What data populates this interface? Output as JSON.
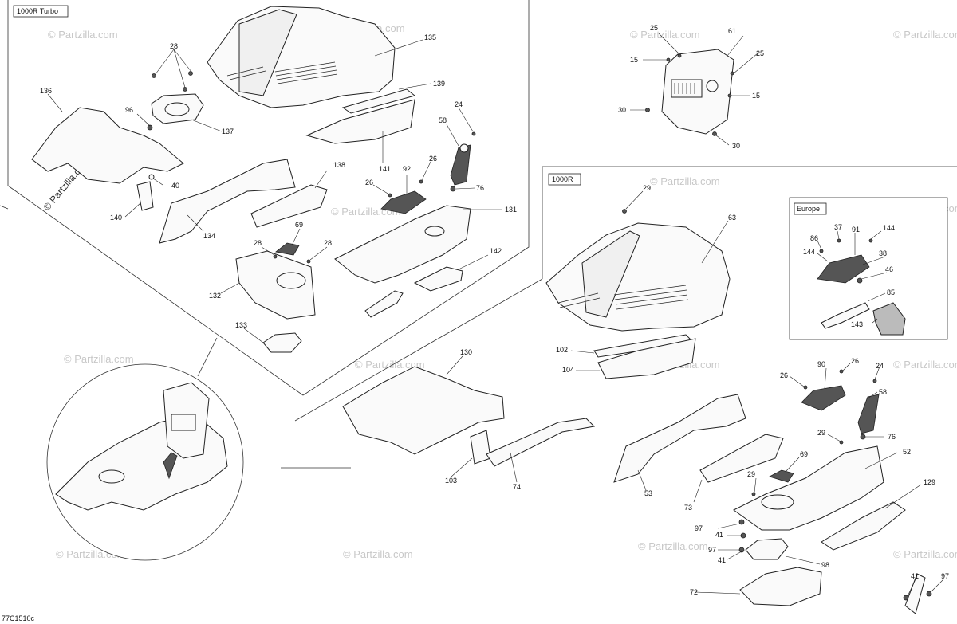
{
  "diagram": {
    "drawing_code": "77C1510c",
    "watermark": "© Partzilla.com",
    "variant_labels": {
      "turbo": "1000R Turbo",
      "base": "1000R",
      "europe": "Europe"
    },
    "callouts": {
      "c135": "135",
      "c28a": "28",
      "c136": "136",
      "c96": "96",
      "c137": "137",
      "c139": "139",
      "c141": "141",
      "c24a": "24",
      "c58a": "58",
      "c40": "40",
      "c140": "140",
      "c134": "134",
      "c138": "138",
      "c26a": "26",
      "c92": "92",
      "c26b": "26",
      "c76a": "76",
      "c131": "131",
      "c28b": "28",
      "c69a": "69",
      "c28c": "28",
      "c142": "142",
      "c132": "132",
      "c133": "133",
      "c25a": "25",
      "c61": "61",
      "c15a": "15",
      "c25b": "25",
      "c15b": "15",
      "c30a": "30",
      "c30b": "30",
      "c29a": "29",
      "c63": "63",
      "c37": "37",
      "c91": "91",
      "c144a": "144",
      "c86": "86",
      "c144b": "144",
      "c38": "38",
      "c46": "46",
      "c85": "85",
      "c143": "143",
      "c130": "130",
      "c102": "102",
      "c104": "104",
      "c103": "103",
      "c74": "74",
      "c26c": "26",
      "c90": "90",
      "c26d": "26",
      "c24b": "24",
      "c58b": "58",
      "c53": "53",
      "c29b": "29",
      "c76b": "76",
      "c52": "52",
      "c69b": "69",
      "c29c": "29",
      "c73": "73",
      "c129": "129",
      "c97a": "97",
      "c41a": "41",
      "c97b": "97",
      "c41b": "41",
      "c98": "98",
      "c72": "72",
      "c41c": "41",
      "c97c": "97"
    }
  }
}
